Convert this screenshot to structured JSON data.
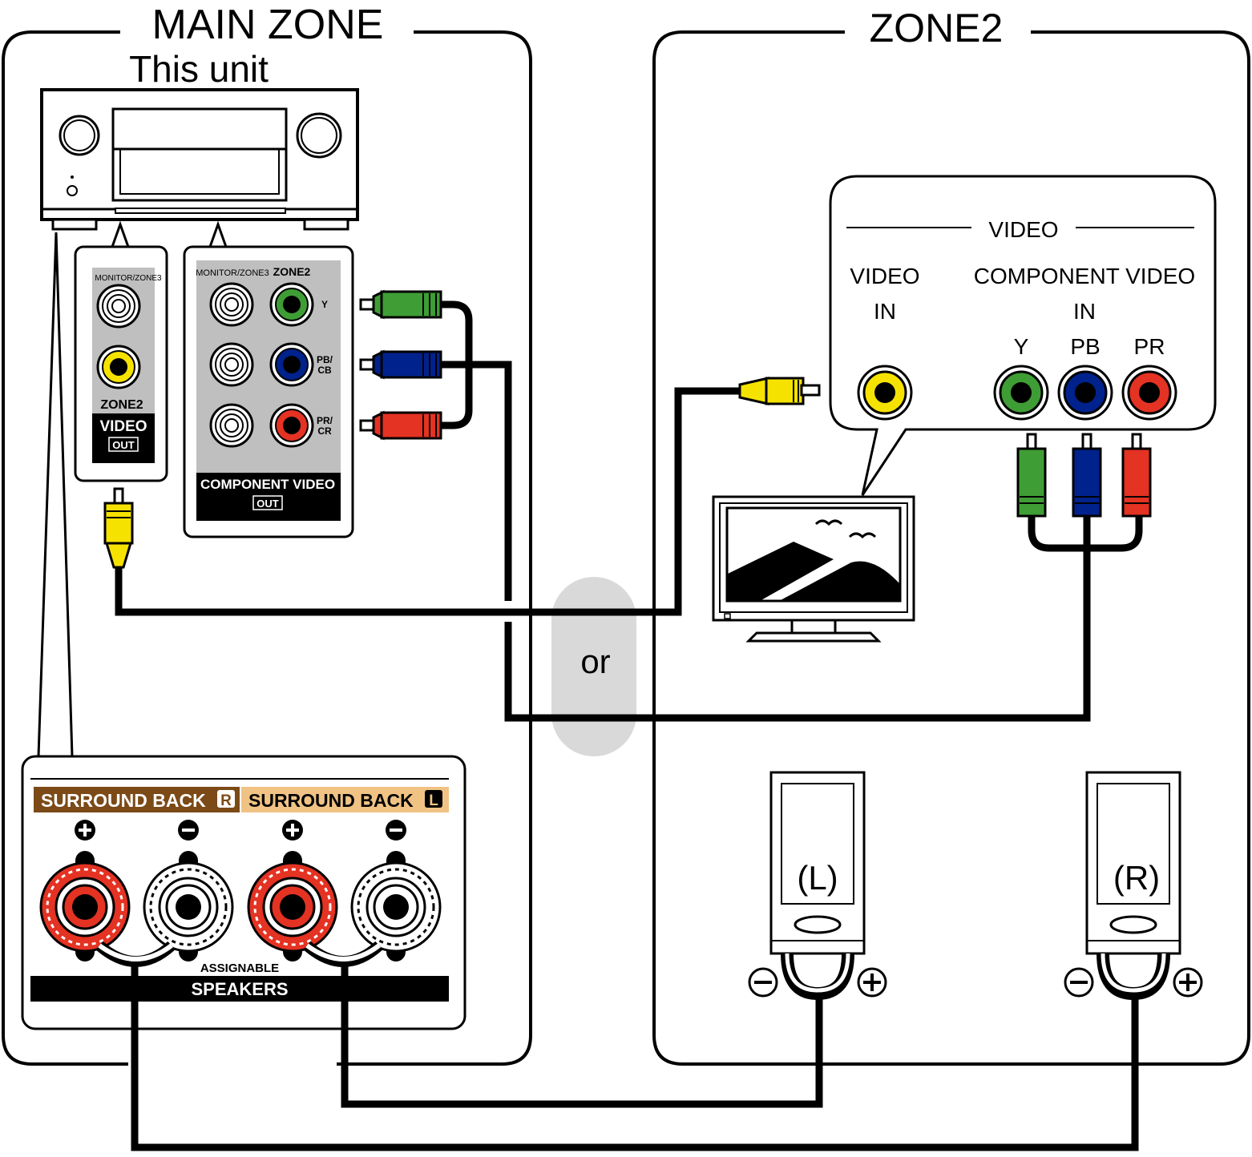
{
  "zones": {
    "main_zone_title": "MAIN ZONE",
    "zone2_title": "ZONE2"
  },
  "unit": {
    "label": "This unit"
  },
  "video_out_panel": {
    "top_label": "MONITOR/ZONE3",
    "zone_label": "ZONE2",
    "video_label": "VIDEO",
    "out_label": "OUT"
  },
  "component_out_panel": {
    "left_label": "MONITOR/ZONE3",
    "right_label": "ZONE2",
    "y_label": "Y",
    "pb_label_a": "PB/",
    "pb_label_b": "CB",
    "pr_label_a": "PR/",
    "pr_label_b": "CR",
    "bottom_label": "COMPONENT VIDEO",
    "out_label": "OUT"
  },
  "tv_inputs": {
    "section_label": "VIDEO",
    "video_in_line1": "VIDEO",
    "video_in_line2": "IN",
    "component_line1": "COMPONENT VIDEO",
    "component_line2": "IN",
    "y_label": "Y",
    "pb_label": "PB",
    "pr_label": "PR"
  },
  "or_label": "or",
  "speaker_terminals": {
    "surround_back_r": "SURROUND BACK",
    "r_badge": "R",
    "surround_back_l": "SURROUND BACK",
    "l_badge": "L",
    "assignable": "ASSIGNABLE",
    "speakers": "SPEAKERS"
  },
  "speakers": {
    "left": "(L)",
    "right": "(R)"
  },
  "colors": {
    "yellow": "#f6e200",
    "green": "#3f9d35",
    "blue": "#00228c",
    "red": "#e43223",
    "brown": "#7b4a17",
    "tan": "#f0c385",
    "gray": "#bfbfbf",
    "or_bg": "#d9d9d9"
  }
}
